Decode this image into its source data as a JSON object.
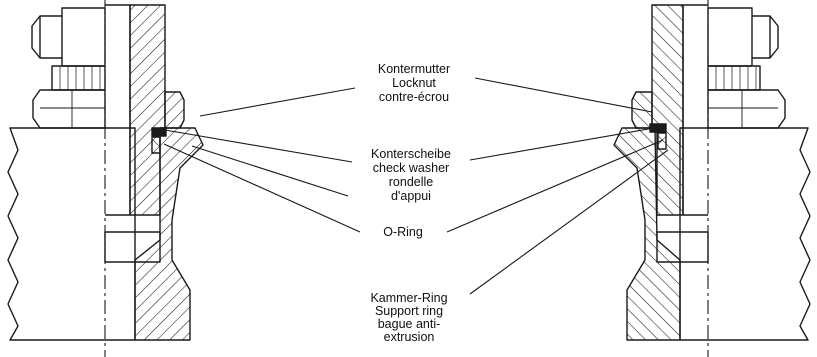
{
  "labels": {
    "locknut": [
      "Kontermutter",
      "Locknut",
      "contre-écrou"
    ],
    "check_washer": [
      "Konterscheibe",
      "check washer",
      "rondelle",
      "d'appui"
    ],
    "o_ring": [
      "O-Ring"
    ],
    "support_ring": [
      "Kammer-Ring",
      "Support ring",
      "bague anti-",
      "extrusion"
    ]
  },
  "colors": {
    "line": "#1a1a1a",
    "background": "#ffffff"
  }
}
